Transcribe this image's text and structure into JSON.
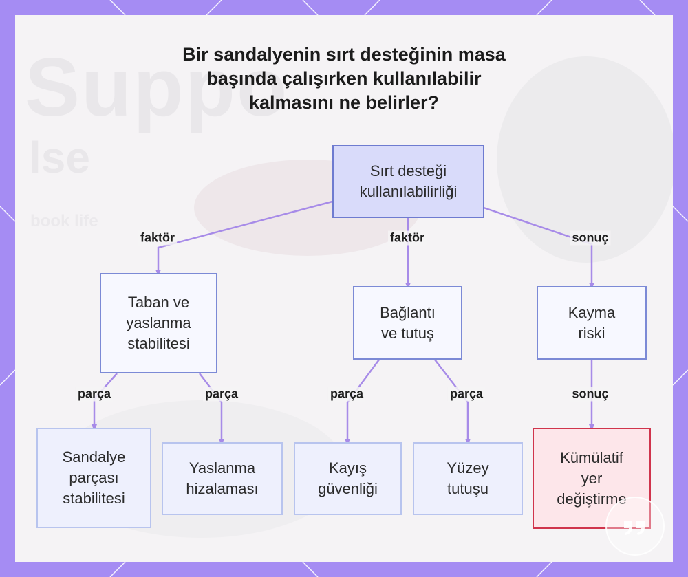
{
  "title": "Bir sandalyenin sırt desteğinin masa\nbaşında çalışırken kullanılabilir\nkalmasını ne belirler?",
  "nodes": {
    "root": "Sırt desteği\nkullanılabilirliği",
    "taban": "Taban ve\nyaslanma\nstabilitesi",
    "baglanti": "Bağlantı\nve tutuş",
    "kayma": "Kayma\nriski",
    "sandalye": "Sandalye\nparçası\nstabilitesi",
    "yaslanma": "Yaslanma\nhizalaması",
    "kayis": "Kayış\ngüvenliği",
    "yuzey": "Yüzey\ntutuşu",
    "kumulatif": "Kümülatif\nyer\ndeğiştirme"
  },
  "edge_labels": {
    "root_taban": "faktör",
    "root_baglanti": "faktör",
    "root_kayma": "sonuç",
    "taban_sandalye": "parça",
    "taban_yaslanma": "parça",
    "baglanti_kayis": "parça",
    "baglanti_yuzey": "parça",
    "kayma_kumulatif": "sonuç"
  },
  "background_text": {
    "big": "Suppo",
    "mid": "lse",
    "small": "book life"
  },
  "colors": {
    "frame": "#a58cf3",
    "connector": "#a78be8",
    "root_fill": "#d9dbfa",
    "node_border": "#7c8ad6",
    "alert_border": "#d0344c",
    "alert_fill": "#fde6ea"
  }
}
